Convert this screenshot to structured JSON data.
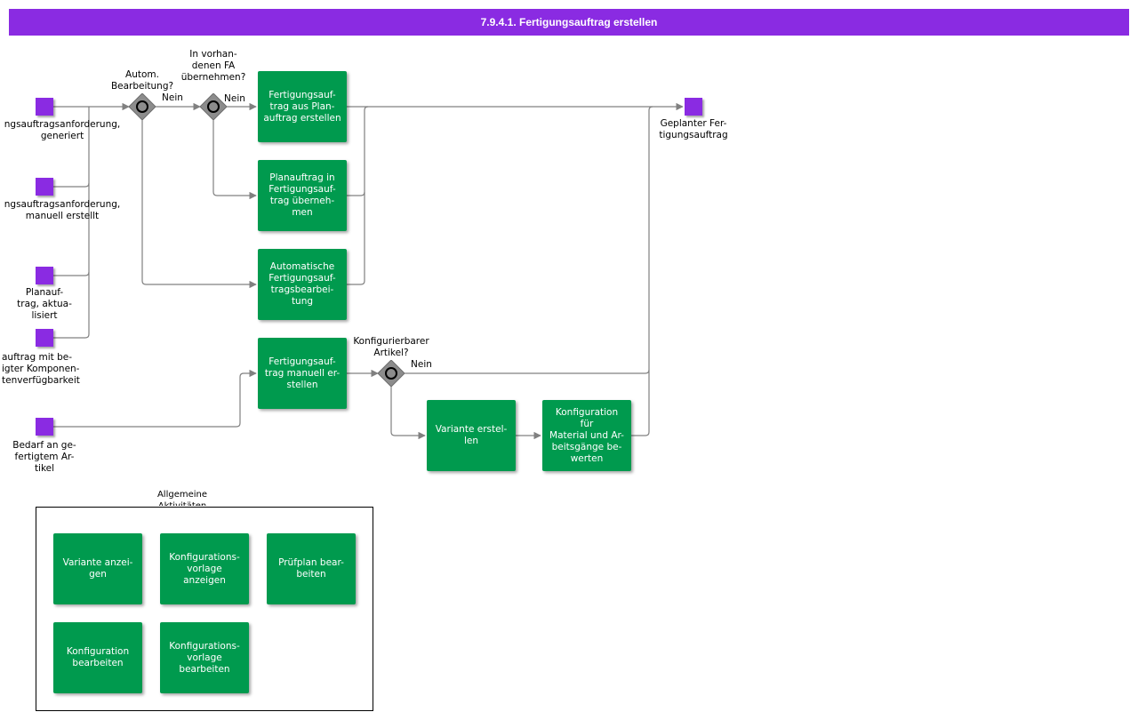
{
  "header": {
    "title": "7.9.4.1. Fertigungsauftrag erstellen"
  },
  "colors": {
    "header": "#8a2be2",
    "event": "#8a2be2",
    "activity": "#009a4e",
    "connector": "#808080",
    "gateway": "#8c8c8c"
  },
  "events": {
    "e1": "ngsauftragsanforderung,\ngeneriert",
    "e2": "ngsauftragsanforderung,\nmanuell erstellt",
    "e3": "Planauf-\ntrag, aktua-\nlisiert",
    "e4": "auftrag         mit        be-\nigter       Komponen-\ntenverfügbarkeit",
    "e5": "Bedarf an ge-\nfertigtem Ar-\ntikel",
    "end": "Geplanter      Fer-\ntigungsauftrag"
  },
  "gateways": {
    "g1": "Autom.\nBearbeitung?",
    "g2": "In      vorhan-\ndenen     FA\nübernehmen?",
    "g3": "Konfigurierbarer\nArtikel?"
  },
  "edge_labels": {
    "g1_no": "Nein",
    "g2_no": "Nein",
    "g3_no": "Nein"
  },
  "activities": {
    "a1": "Fertigungsauf-\ntrag aus Plan-\nauftrag erstellen",
    "a2": "Planauftrag in\nFertigungsauf-\ntrag überneh-\nmen",
    "a3": "Automatische\nFertigungsauf-\ntragsbearbei-\ntung",
    "a4": "Fertigungsauf-\ntrag manuell er-\nstellen",
    "a5": "Variante erstel-\nlen",
    "a6": "Konfiguration für\nMaterial und Ar-\nbeitsgänge be-\nwerten"
  },
  "group": {
    "title": "Allgemeine\nAktivitäten",
    "items": [
      "Variante anzei-\ngen",
      "Konfigurations-\nvorlage\nanzeigen",
      "Prüfplan bear-\nbeiten",
      "Konfiguration\nbearbeiten",
      "Konfigurations-\nvorlage\nbearbeiten"
    ]
  }
}
